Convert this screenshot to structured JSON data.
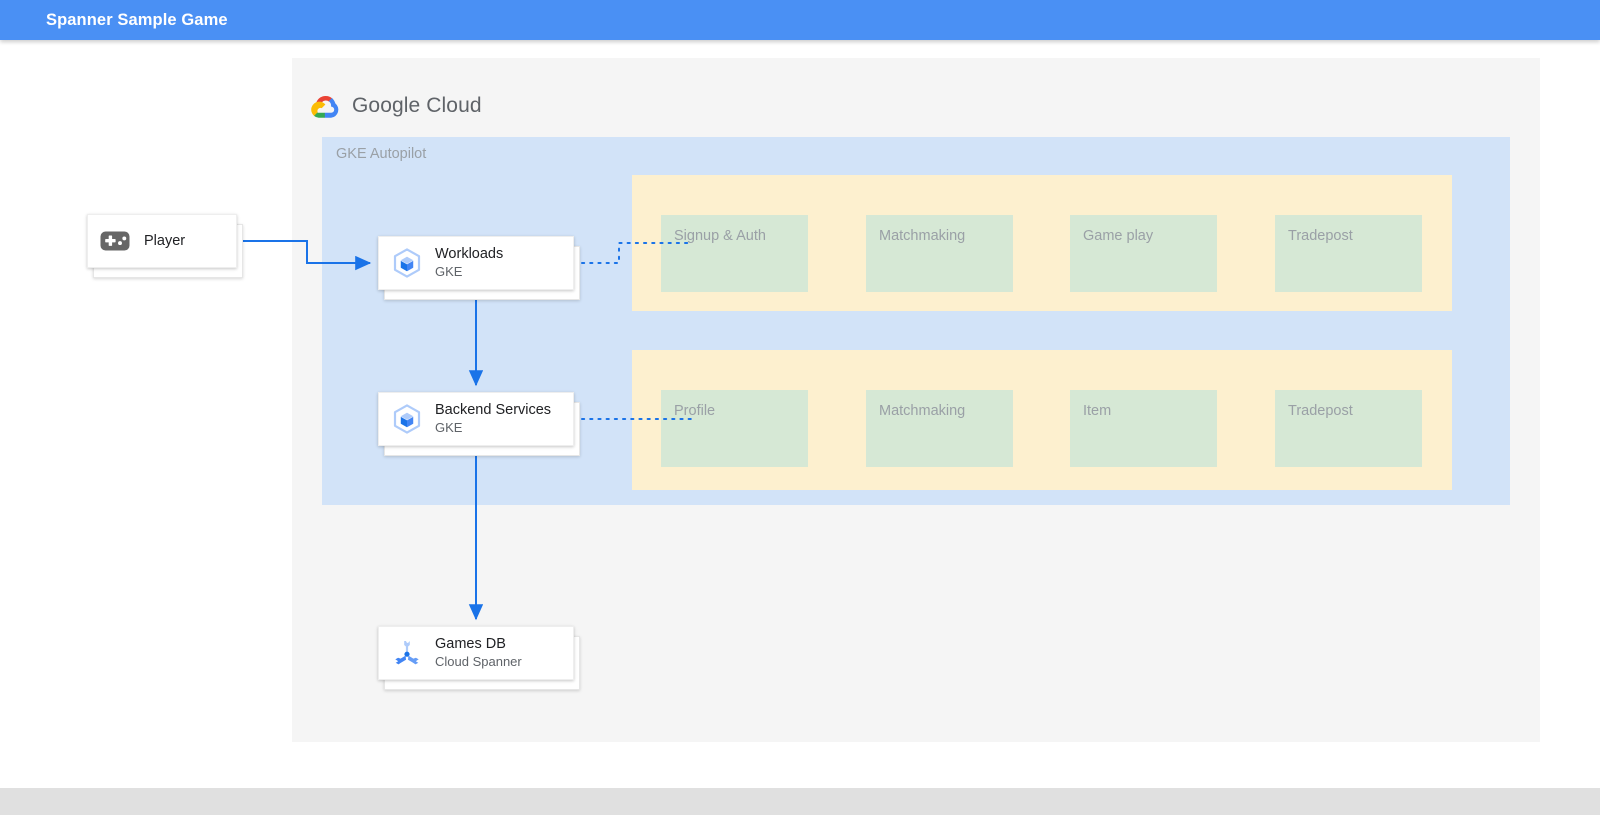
{
  "app_bar": {
    "title": "Spanner Sample Game",
    "background_color": "#4a90f4",
    "title_color": "#ffffff"
  },
  "canvas": {
    "background_color": "#f5f5f5"
  },
  "brand": {
    "logo_icon": "google-cloud-logo-icon",
    "name_primary": "Google",
    "name_secondary": "Cloud",
    "text_color": "#5f6368"
  },
  "zones": {
    "gke_autopilot": {
      "label": "GKE Autopilot",
      "background_color": "#d2e3f8",
      "label_color": "#9aa0a6"
    }
  },
  "service_panels": [
    {
      "id": "frontend",
      "background_color": "#fdf0cf",
      "tiles": [
        {
          "label": "Signup & Auth"
        },
        {
          "label": "Matchmaking"
        },
        {
          "label": "Game play"
        },
        {
          "label": "Tradepost"
        }
      ]
    },
    {
      "id": "backend",
      "background_color": "#fdf0cf",
      "tiles": [
        {
          "label": "Profile"
        },
        {
          "label": "Matchmaking"
        },
        {
          "label": "Item"
        },
        {
          "label": "Tradepost"
        }
      ]
    }
  ],
  "tile_style": {
    "background_color": "#d6e8d5",
    "label_color": "#9aa0a6"
  },
  "nodes": {
    "player": {
      "title": "Player",
      "subtitle": "",
      "icon": "gamepad-icon"
    },
    "workloads": {
      "title": "Workloads",
      "subtitle": "GKE",
      "icon": "gke-icon"
    },
    "backend_services": {
      "title": "Backend Services",
      "subtitle": "GKE",
      "icon": "gke-icon"
    },
    "games_db": {
      "title": "Games DB",
      "subtitle": "Cloud Spanner",
      "icon": "cloud-spanner-icon"
    }
  },
  "connectors": {
    "solid_color": "#1a73e8",
    "dotted_color": "#1a73e8",
    "edges": [
      {
        "from": "player",
        "to": "workloads",
        "style": "solid",
        "arrow": true
      },
      {
        "from": "workloads",
        "to": "backend_services",
        "style": "solid",
        "arrow": true
      },
      {
        "from": "backend_services",
        "to": "games_db",
        "style": "solid",
        "arrow": true
      },
      {
        "from": "workloads",
        "to": "service_panel_frontend",
        "style": "dotted",
        "arrow": false
      },
      {
        "from": "backend_services",
        "to": "service_panel_backend",
        "style": "dotted",
        "arrow": false
      }
    ]
  },
  "bottom_bar": {
    "background_color": "#e0e0e0"
  }
}
